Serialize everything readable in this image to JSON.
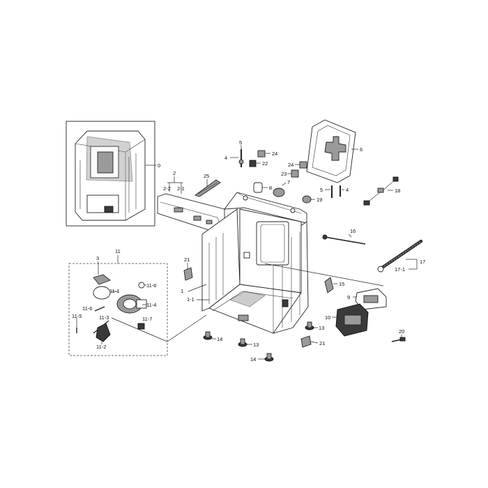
{
  "labels": {
    "l0": "0",
    "l2": "2",
    "l2_2": "2-2",
    "l2_1": "2-1",
    "l25": "25",
    "l3": "3",
    "l11": "11",
    "l11_1": "11-1",
    "l11_6a": "11-6",
    "l11_4": "11-4",
    "l11_6b": "11-6",
    "l11_5": "11-5",
    "l11_3": "11-3",
    "l11_7": "11-7",
    "l11_2": "11-2",
    "l21a": "21",
    "l1": "1",
    "l1_1": "1-1",
    "l14a": "14",
    "l13a": "13",
    "l14b": "14",
    "l5a": "5",
    "l4a": "4",
    "l24a": "24",
    "l22": "22",
    "l8": "8",
    "l7": "7",
    "l23": "23",
    "l24b": "24",
    "l6": "6",
    "l5b": "5",
    "l4b": "4",
    "l19": "19",
    "l18": "18",
    "l16": "16",
    "l17": "17",
    "l17_1": "17-1",
    "l15": "15",
    "l9": "9",
    "l10": "10",
    "l13b": "13",
    "l21b": "21",
    "l20": "20"
  }
}
